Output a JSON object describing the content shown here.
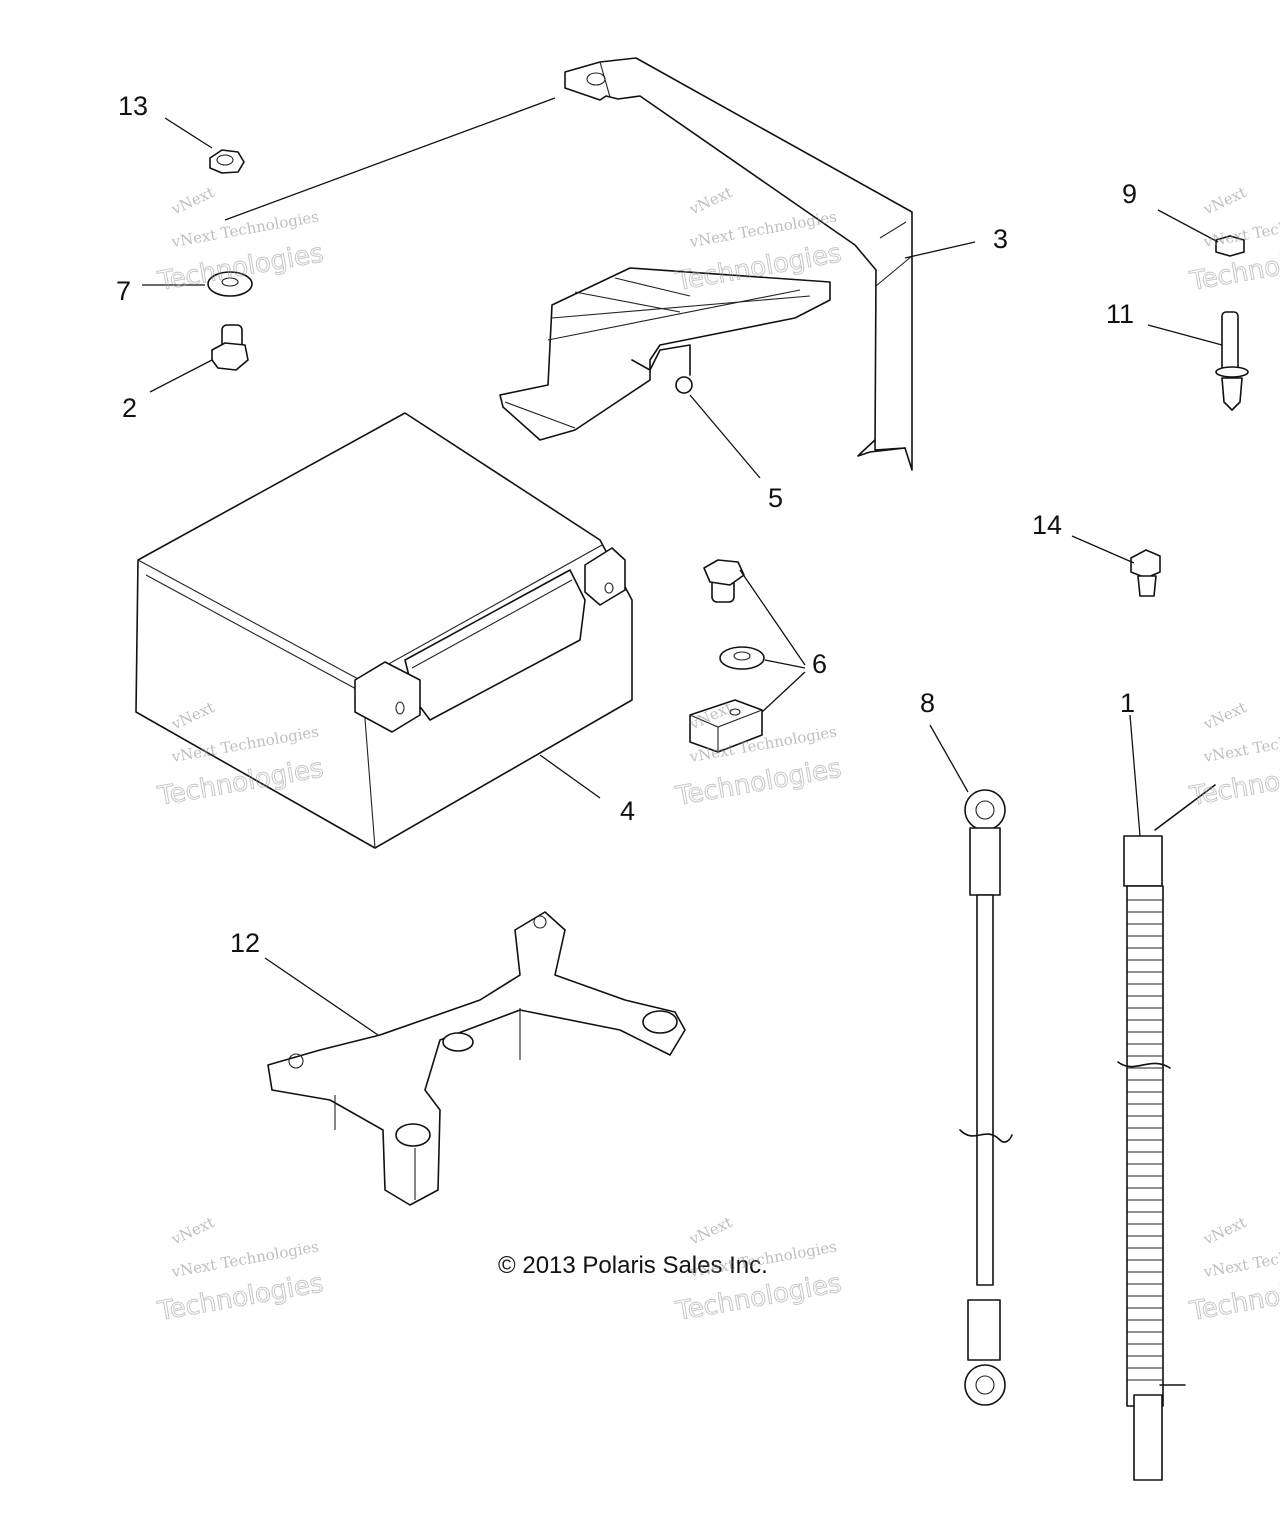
{
  "callouts": {
    "c1": "1",
    "c2": "2",
    "c3": "3",
    "c4": "4",
    "c5": "5",
    "c6": "6",
    "c7": "7",
    "c8": "8",
    "c9": "9",
    "c11": "11",
    "c12": "12",
    "c13": "13",
    "c14": "14"
  },
  "copyright": "© 2013 Polaris Sales Inc.",
  "watermark": {
    "line_a": "vNext",
    "line_b": "vNext Technologies",
    "line_c": "Technologies"
  }
}
